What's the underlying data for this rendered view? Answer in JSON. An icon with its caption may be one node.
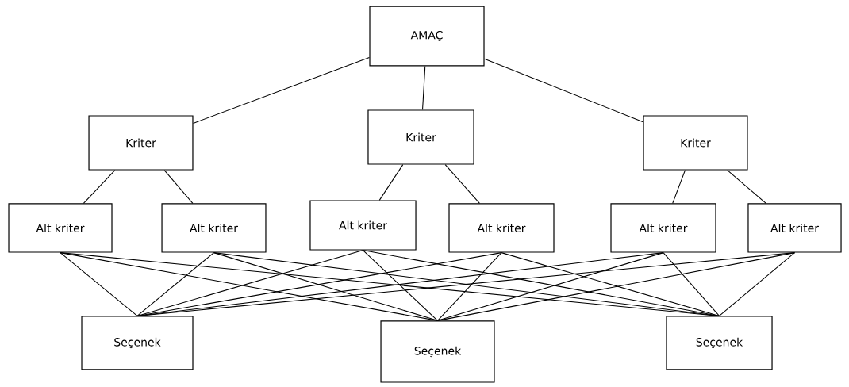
{
  "diagram": {
    "nodes": [
      {
        "text": [
          "AMAÇ"
        ]
      },
      {
        "text": [
          "Kriter"
        ]
      },
      {
        "text": [
          "Kriter"
        ]
      },
      {
        "text": [
          "Kriter"
        ]
      },
      {
        "text": [
          "Alt kriter"
        ]
      },
      {
        "text": [
          "Alt kriter"
        ]
      },
      {
        "text": [
          "Alt kriter"
        ]
      },
      {
        "text": [
          "Alt kriter"
        ]
      },
      {
        "text": [
          "Alt kriter"
        ]
      },
      {
        "text": [
          "Alt kriter"
        ]
      },
      {
        "text": [
          "Seçenek"
        ]
      },
      {
        "text": [
          "Seçenek"
        ]
      },
      {
        "text": [
          "Seçenek"
        ]
      }
    ],
    "edges": [
      {
        "from": 0,
        "to": 1,
        "arrow": "none"
      },
      {
        "from": 0,
        "to": 2,
        "arrow": "none"
      },
      {
        "from": 0,
        "to": 3,
        "arrow": "none"
      },
      {
        "from": 1,
        "to": 4,
        "arrow": "none"
      },
      {
        "from": 1,
        "to": 5,
        "arrow": "none"
      },
      {
        "from": 2,
        "to": 6,
        "arrow": "none"
      },
      {
        "from": 2,
        "to": 7,
        "arrow": "none"
      },
      {
        "from": 3,
        "to": 8,
        "arrow": "none"
      },
      {
        "from": 3,
        "to": 9,
        "arrow": "none"
      },
      {
        "from": 4,
        "to": 10,
        "arrow": "none"
      },
      {
        "from": 4,
        "to": 11,
        "arrow": "none"
      },
      {
        "from": 4,
        "to": 12,
        "arrow": "none"
      },
      {
        "from": 5,
        "to": 10,
        "arrow": "none"
      },
      {
        "from": 5,
        "to": 11,
        "arrow": "none"
      },
      {
        "from": 5,
        "to": 12,
        "arrow": "none"
      },
      {
        "from": 6,
        "to": 10,
        "arrow": "none"
      },
      {
        "from": 6,
        "to": 11,
        "arrow": "none"
      },
      {
        "from": 6,
        "to": 12,
        "arrow": "none"
      },
      {
        "from": 7,
        "to": 10,
        "arrow": "none"
      },
      {
        "from": 7,
        "to": 11,
        "arrow": "none"
      },
      {
        "from": 7,
        "to": 12,
        "arrow": "none"
      },
      {
        "from": 8,
        "to": 10,
        "arrow": "none"
      },
      {
        "from": 8,
        "to": 11,
        "arrow": "none"
      },
      {
        "from": 8,
        "to": 12,
        "arrow": "none"
      },
      {
        "from": 9,
        "to": 10,
        "arrow": "none"
      },
      {
        "from": 9,
        "to": 11,
        "arrow": "none"
      },
      {
        "from": 9,
        "to": 12,
        "arrow": "none"
      }
    ]
  }
}
